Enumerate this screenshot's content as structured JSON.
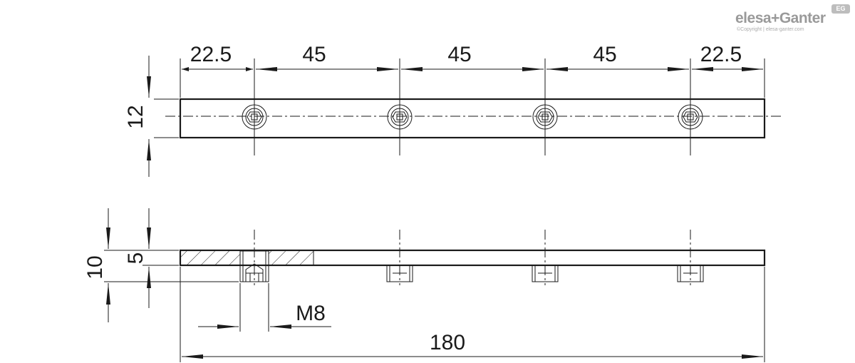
{
  "logo": {
    "name": "elesa+Ganter",
    "copyright": "©Copyright | elesa-ganter.com",
    "badge": "EG"
  },
  "dimensions": {
    "top_pitch": [
      "22.5",
      "45",
      "45",
      "45",
      "22.5"
    ],
    "width": "12",
    "total_height": "10",
    "plate_thickness": "5",
    "thread": "M8",
    "total_length": "180"
  }
}
